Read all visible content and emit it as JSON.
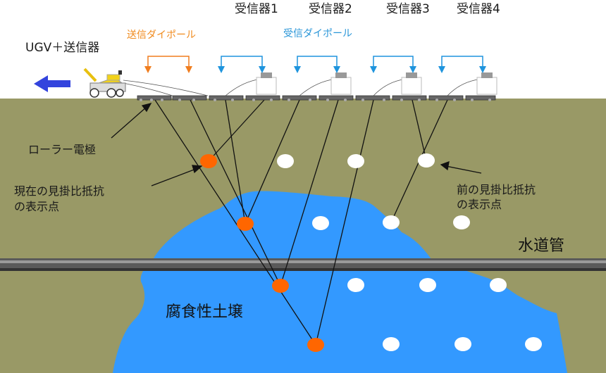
{
  "labels": {
    "ugv_transmitter": "UGV＋送信器",
    "tx_dipole": "送信ダイポール",
    "rx_dipole": "受信ダイポール",
    "receivers": [
      "受信器1",
      "受信器2",
      "受信器3",
      "受信器4"
    ],
    "roller_electrode": "ローラー電極",
    "current_point": [
      "現在の見掛比抵抗",
      "の表示点"
    ],
    "previous_point": [
      "前の見掛比抵抗",
      "の表示点"
    ],
    "water_pipe": "水道管",
    "corrosive_soil": "腐食性土壌"
  },
  "colors": {
    "ground": "#999966",
    "soil_zone": "#3399ff",
    "current_point": "#ff6600",
    "previous_point": "#ffffff",
    "tx_arrow": "#f07d1e",
    "rx_arrow": "#1e94dd",
    "pipe": "#555555",
    "direction_arrow": "#3344dd"
  },
  "icons": {
    "direction": "left-arrow-icon",
    "vehicle": "ugv-icon",
    "receiver": "receiver-box-icon"
  }
}
